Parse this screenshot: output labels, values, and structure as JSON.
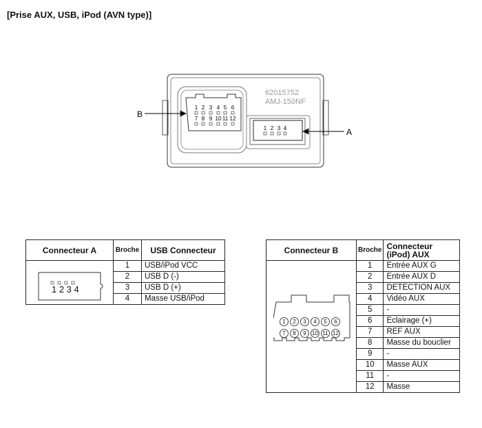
{
  "title": "[Prise AUX, USB, iPod (AVN type)]",
  "diagram": {
    "part_number": "62015752",
    "model": "AMJ-150NF",
    "label_a": "A",
    "label_b": "B",
    "pins_b_row1": [
      "1",
      "2",
      "3",
      "4",
      "5",
      "6"
    ],
    "pins_b_row2": [
      "7",
      "8",
      "9",
      "10",
      "11",
      "12"
    ],
    "pins_a": [
      "1",
      "2",
      "3",
      "4"
    ]
  },
  "table_a": {
    "headers": [
      "Connecteur A",
      "Broche",
      "USB Connecteur"
    ],
    "pins_label": "1 2 3 4",
    "rows": [
      {
        "pin": "1",
        "desc": "USB/iPod VCC"
      },
      {
        "pin": "2",
        "desc": "USB D (-)"
      },
      {
        "pin": "3",
        "desc": "USB D (+)"
      },
      {
        "pin": "4",
        "desc": "Masse USB/iPod"
      }
    ]
  },
  "table_b": {
    "headers": [
      "Connecteur B",
      "Broche",
      "Connecteur (iPod) AUX"
    ],
    "pins_row1": [
      "1",
      "2",
      "3",
      "4",
      "5",
      "6"
    ],
    "pins_row2": [
      "7",
      "8",
      "9",
      "10",
      "11",
      "12"
    ],
    "rows": [
      {
        "pin": "1",
        "desc": "Entrée AUX G"
      },
      {
        "pin": "2",
        "desc": "Entrée AUX D"
      },
      {
        "pin": "3",
        "desc": "DETECTION AUX"
      },
      {
        "pin": "4",
        "desc": "Vidéo AUX"
      },
      {
        "pin": "5",
        "desc": "-"
      },
      {
        "pin": "6",
        "desc": "Eclairage (+)"
      },
      {
        "pin": "7",
        "desc": "REF AUX"
      },
      {
        "pin": "8",
        "desc": "Masse du bouclier"
      },
      {
        "pin": "9",
        "desc": "-"
      },
      {
        "pin": "10",
        "desc": "Masse AUX"
      },
      {
        "pin": "11",
        "desc": "-"
      },
      {
        "pin": "12",
        "desc": "Masse"
      }
    ]
  }
}
